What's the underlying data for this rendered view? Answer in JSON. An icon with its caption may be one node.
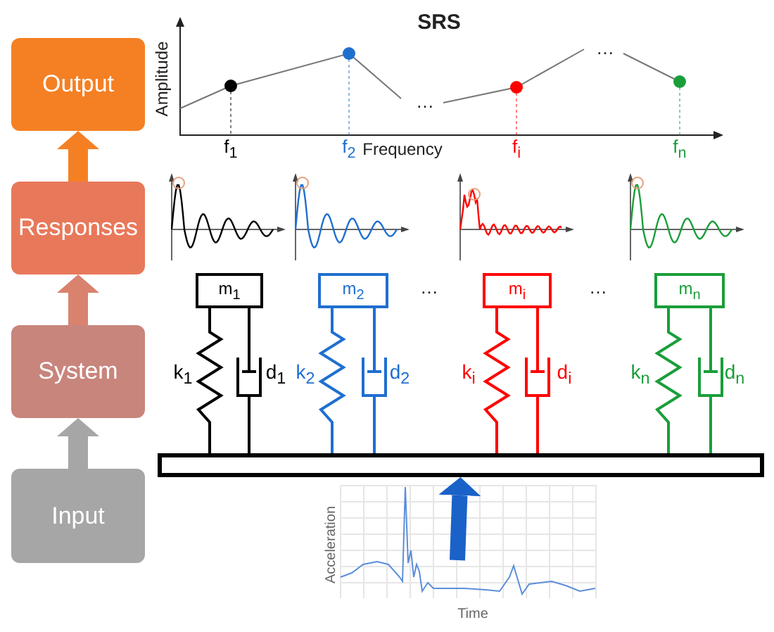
{
  "diagram": {
    "nodes": [
      {
        "text": [
          "Output"
        ]
      },
      {
        "text": [
          "Responses"
        ]
      },
      {
        "text": [
          "System"
        ]
      },
      {
        "text": [
          "Input"
        ]
      },
      {
        "text": [
          "m$_{1}$"
        ]
      },
      {
        "text": [
          "m$_{2}$"
        ]
      },
      {
        "text": [
          "m$_{i}$"
        ]
      },
      {
        "text": [
          "m$_{n}$"
        ]
      },
      {
        "text": [],
        "shape": "bar"
      }
    ],
    "edges": [
      {
        "from": 3,
        "to": 2,
        "arrow": "to",
        "color": "#a6a6a6"
      },
      {
        "from": 2,
        "to": 1,
        "arrow": "to",
        "color": "#d9826e"
      },
      {
        "from": 1,
        "to": 0,
        "arrow": "to",
        "color": "#f58024"
      },
      {
        "from": null,
        "to": 8,
        "arrow": "to",
        "color": "#1a62c8"
      }
    ],
    "labels": [
      "SRS",
      "Amplitude",
      "…",
      "…",
      "f$_{1}$",
      "f$_{2}$",
      "Frequency",
      "f$_{i}$",
      "f$_{n}$",
      "…",
      "…",
      "k$_{1}$",
      "d$_{1}$",
      "k$_{2}$",
      "d$_{2}$",
      "k$_{i}$",
      "d$_{i}$",
      "k$_{n}$",
      "d$_{n}$",
      "Acceleration",
      "Time"
    ]
  }
}
